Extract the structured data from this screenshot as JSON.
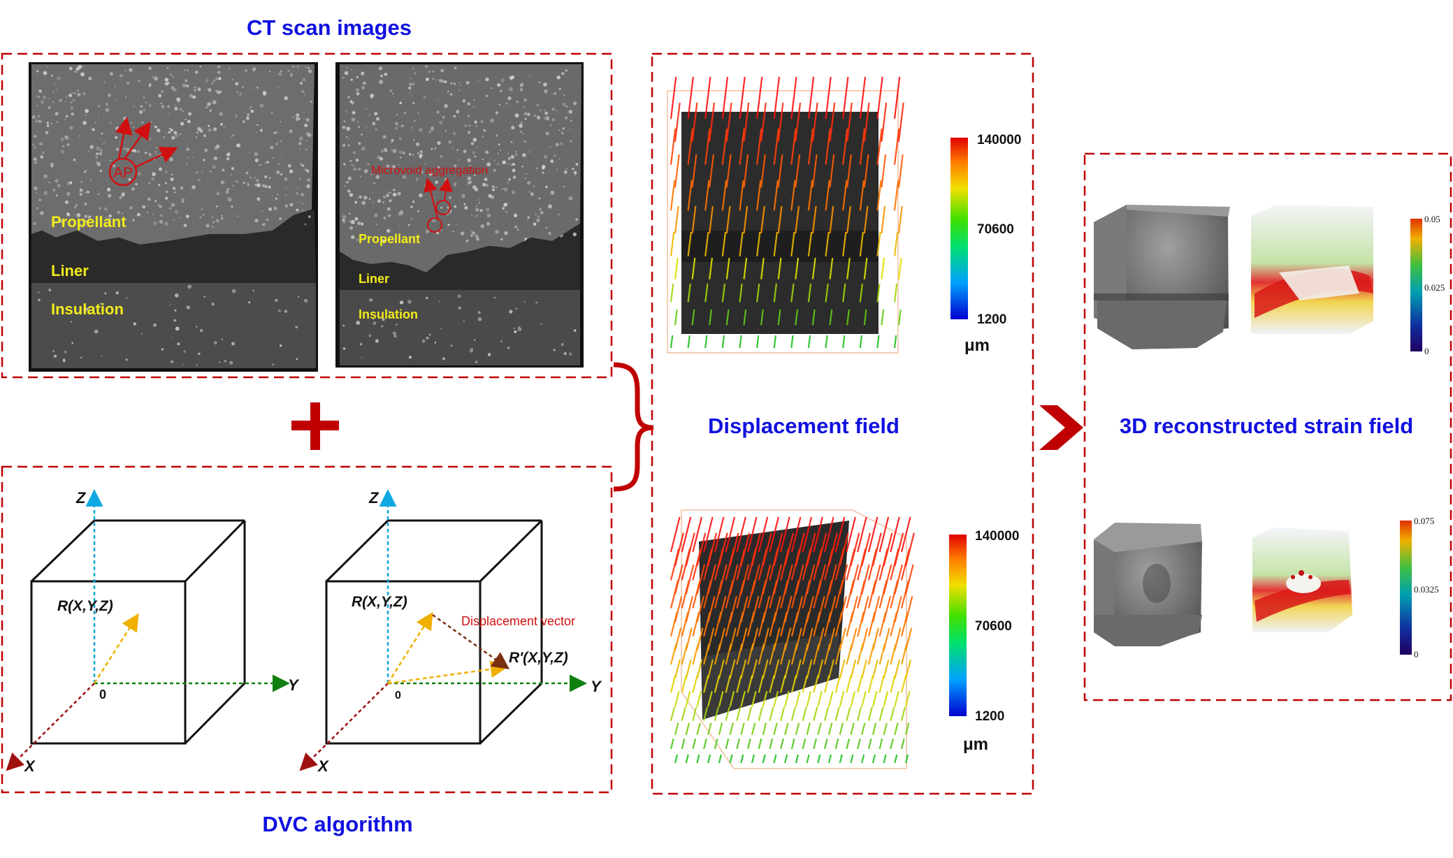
{
  "titles": {
    "ct": "CT scan images",
    "dvc": "DVC algorithm",
    "displacement": "Displacement field",
    "strain": "3D reconstructed strain field"
  },
  "ct_left": {
    "labels": [
      "Propellant",
      "Liner",
      "Insulation"
    ],
    "ap": "AP"
  },
  "ct_right": {
    "labels": [
      "Propellant",
      "Liner",
      "Insulation"
    ],
    "microvoid": "Microvoid aggregation"
  },
  "dvc_left": {
    "z": "Z",
    "x": "X",
    "y": "Y",
    "origin": "0",
    "point": "R(X,Y,Z)"
  },
  "dvc_right": {
    "z": "Z",
    "x": "X",
    "y": "Y",
    "origin": "0",
    "point": "R(X,Y,Z)",
    "point2": "R'(X,Y,Z)",
    "vector_label": "Displacement vector"
  },
  "disp_colorbars": [
    {
      "max": "140000",
      "mid": "70600",
      "min": "1200",
      "unit": "μm"
    },
    {
      "max": "140000",
      "mid": "70600",
      "min": "1200",
      "unit": "μm"
    }
  ],
  "strain_colorbars": [
    {
      "max": "0.05",
      "mid": "0.025",
      "min": "0"
    },
    {
      "max": "0.075",
      "mid": "0.0325",
      "min": "0"
    }
  ],
  "colors": {
    "frame": "#c00000",
    "title": "#1010e0",
    "annotation_yellow": "#f2ec1a",
    "annotation_red": "#d01010"
  }
}
